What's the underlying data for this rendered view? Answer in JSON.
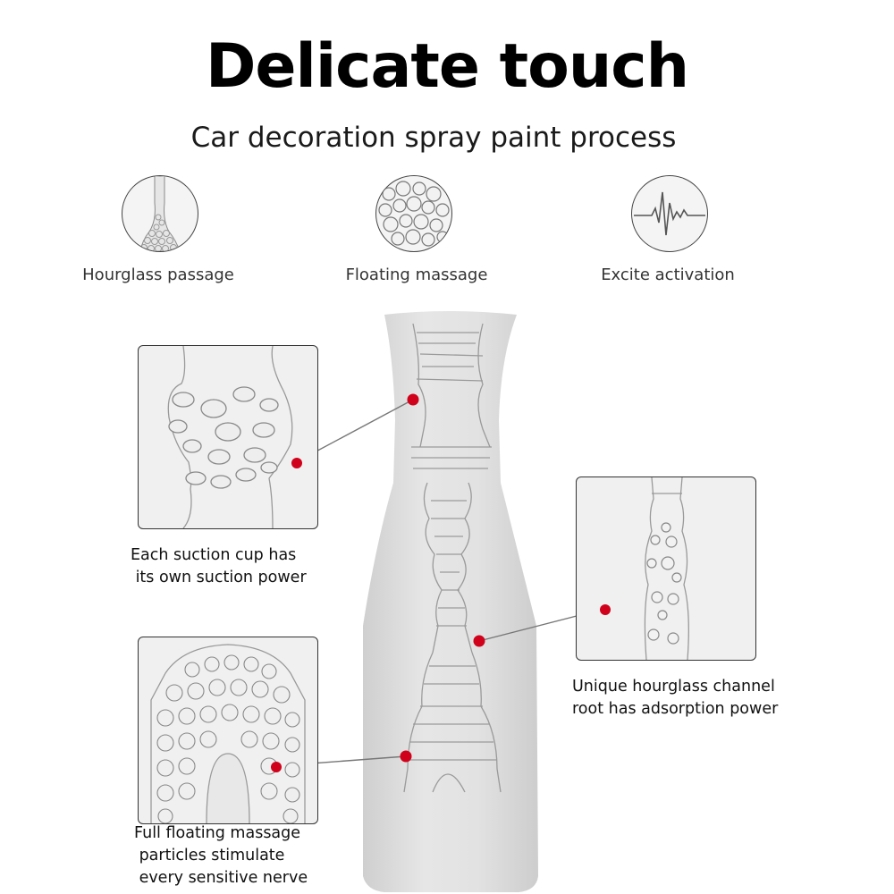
{
  "title": "Delicate touch",
  "subtitle": "Car decoration spray paint process",
  "features": [
    {
      "label": "Hourglass passage",
      "icon": "hourglass-passage-icon"
    },
    {
      "label": "Floating massage",
      "icon": "floating-massage-icon"
    },
    {
      "label": "Excite activation",
      "icon": "heartbeat-pulse-icon"
    }
  ],
  "callouts": [
    {
      "text": "Each suction cup has\n its own suction power"
    },
    {
      "text": "Unique hourglass channel\nroot has adsorption power"
    },
    {
      "text": "Full floating massage\n particles stimulate\n every sensitive nerve"
    }
  ],
  "colors": {
    "accent_dot": "#d0021b",
    "product_body": "#dedede"
  }
}
